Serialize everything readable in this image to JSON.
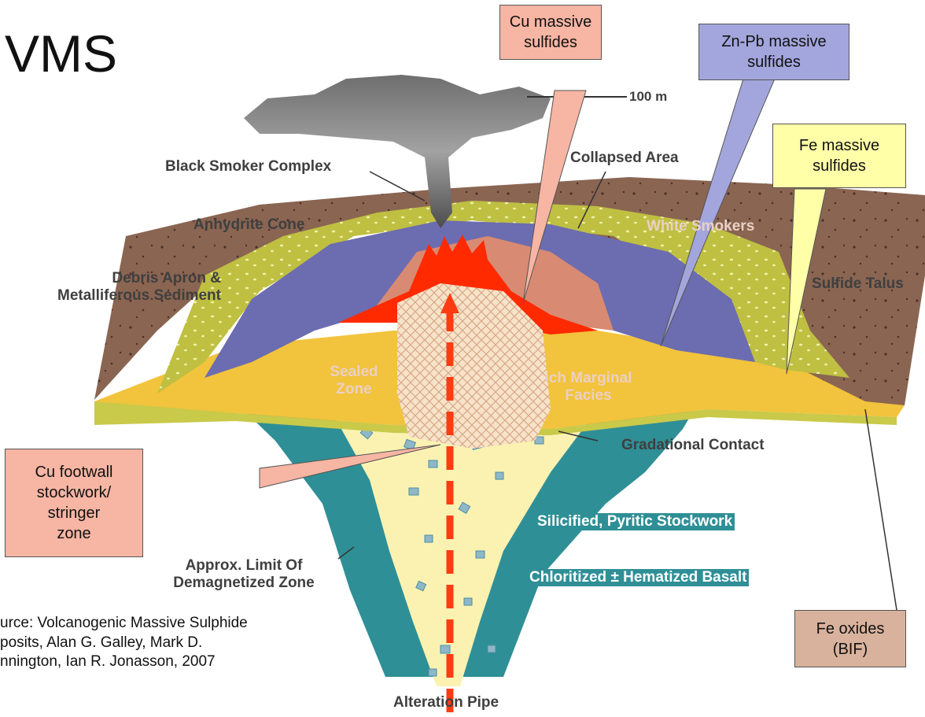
{
  "title": "VMS",
  "scale_label": "100 m",
  "callouts": {
    "cu_massive": [
      "Cu massive",
      "sulfides"
    ],
    "znpb_massive": [
      "Zn-Pb massive",
      "sulfides"
    ],
    "fe_massive": [
      "Fe massive",
      "sulfides"
    ],
    "cu_footwall": [
      "Cu footwall",
      "stockwork/",
      "stringer",
      "zone"
    ],
    "fe_oxides": [
      "Fe oxides",
      "(BIF)"
    ]
  },
  "labels": {
    "black_smoker": "Black Smoker Complex",
    "collapsed_area": "Collapsed Area",
    "anhydrite_cone": "Anhydrite Cone",
    "white_smokers": "White Smokers",
    "debris_apron": [
      "Debris Apron &",
      "Metalliferous Sediment"
    ],
    "sulfide_talus": "Sulfide Talus",
    "sealed_zone": [
      "Sealed",
      "Zone"
    ],
    "marginal_facies": [
      "ich Marginal",
      "Facies"
    ],
    "gradational_contact": "Gradational Contact",
    "silicified": "Silicified, Pyritic Stockwork",
    "demagnetized": [
      "Approx. Limit Of",
      "Demagnetized Zone"
    ],
    "chloritized": "Chloritized ± Hematized Basalt",
    "alteration_pipe": "Alteration Pipe"
  },
  "source": [
    "urce: Volcanogenic Massive Sulphide",
    "posits, Alan G. Galley, Mark D.",
    "nnington, Ian R. Jonasson, 2007"
  ],
  "colors": {
    "cu_callout": "#f7b5a4",
    "znpb_callout": "#a3a6dc",
    "fe_callout": "#ffffa8",
    "fe_oxides_callout": "#d8b29c",
    "sediment": "#8a6552",
    "sealed_zone": "#f2c33c",
    "stockwork_pipe": "#fbf2b2",
    "basalt": "#2f8f96",
    "massive_sulfide_blue": "#6c6cb0",
    "cu_sulfide": "#d88a72",
    "black_smoker_red": "#ff2a00",
    "arrow": "#ff3b12"
  }
}
